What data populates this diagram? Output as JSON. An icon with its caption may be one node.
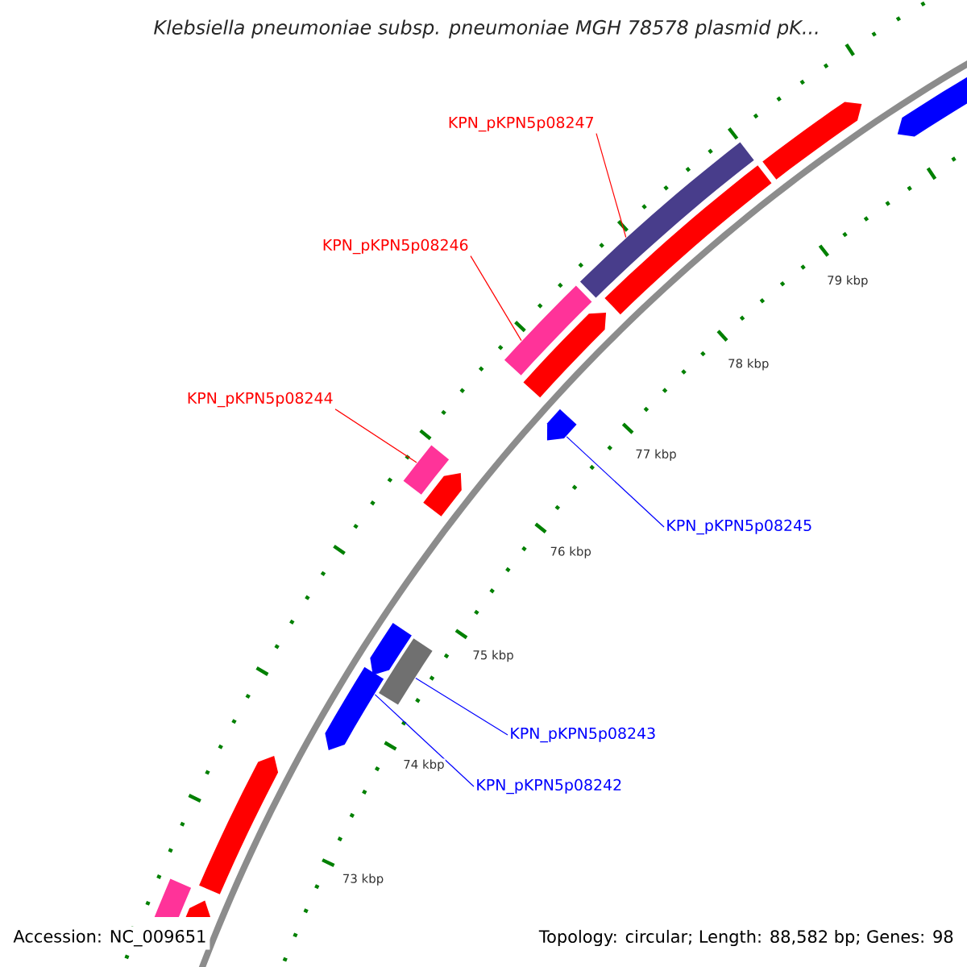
{
  "diagram": {
    "title": "Klebsiella pneumoniae subsp. pneumoniae MGH 78578 plasmid pK...",
    "nodes": [
      {
        "text": [
          "KPN_pKPN5p08247"
        ]
      },
      {
        "text": [],
        "shape": "bar"
      },
      {
        "text": [
          "KPN_pKPN5p08246"
        ]
      },
      {
        "text": [],
        "shape": "bar"
      },
      {
        "text": [
          "KPN_pKPN5p08244"
        ]
      },
      {
        "text": [],
        "shape": "bar"
      },
      {
        "text": [],
        "shape": "arrow"
      },
      {
        "text": [
          "KPN_pKPN5p08245"
        ]
      },
      {
        "text": [],
        "shape": "bar"
      },
      {
        "text": [
          "KPN_pKPN5p08243"
        ]
      },
      {
        "text": [],
        "shape": "arrow"
      },
      {
        "text": [
          "KPN_pKPN5p08242"
        ]
      },
      {
        "text": [],
        "shape": "arrow"
      },
      {
        "text": [],
        "shape": "arrow"
      },
      {
        "text": [],
        "shape": "bar"
      },
      {
        "text": [],
        "shape": "arrow"
      },
      {
        "text": [],
        "shape": "arrow"
      },
      {
        "text": [],
        "shape": "arrow"
      },
      {
        "text": [],
        "shape": "arrow"
      },
      {
        "text": [],
        "shape": "bar"
      },
      {
        "text": [],
        "shape": "arrow"
      }
    ],
    "edges": [
      {
        "from": 0,
        "to": 1,
        "arrow": "none",
        "color": "#ff0000"
      },
      {
        "from": 2,
        "to": 3,
        "arrow": "none",
        "color": "#ff0000"
      },
      {
        "from": 4,
        "to": 5,
        "arrow": "none",
        "color": "#ff0000"
      },
      {
        "from": 7,
        "to": 6,
        "arrow": "none",
        "color": "#0000ff"
      },
      {
        "from": 9,
        "to": 8,
        "arrow": "none",
        "color": "#0000ff"
      },
      {
        "from": 11,
        "to": 10,
        "arrow": "none",
        "color": "#0000ff"
      }
    ],
    "labels": [
      "79 kbp",
      "78 kbp",
      "77 kbp",
      "76 kbp",
      "75 kbp",
      "74 kbp",
      "73 kbp",
      "Accession: NC_009651",
      "Topology: circular; Length: 88,582 bp; Genes: 98"
    ]
  }
}
